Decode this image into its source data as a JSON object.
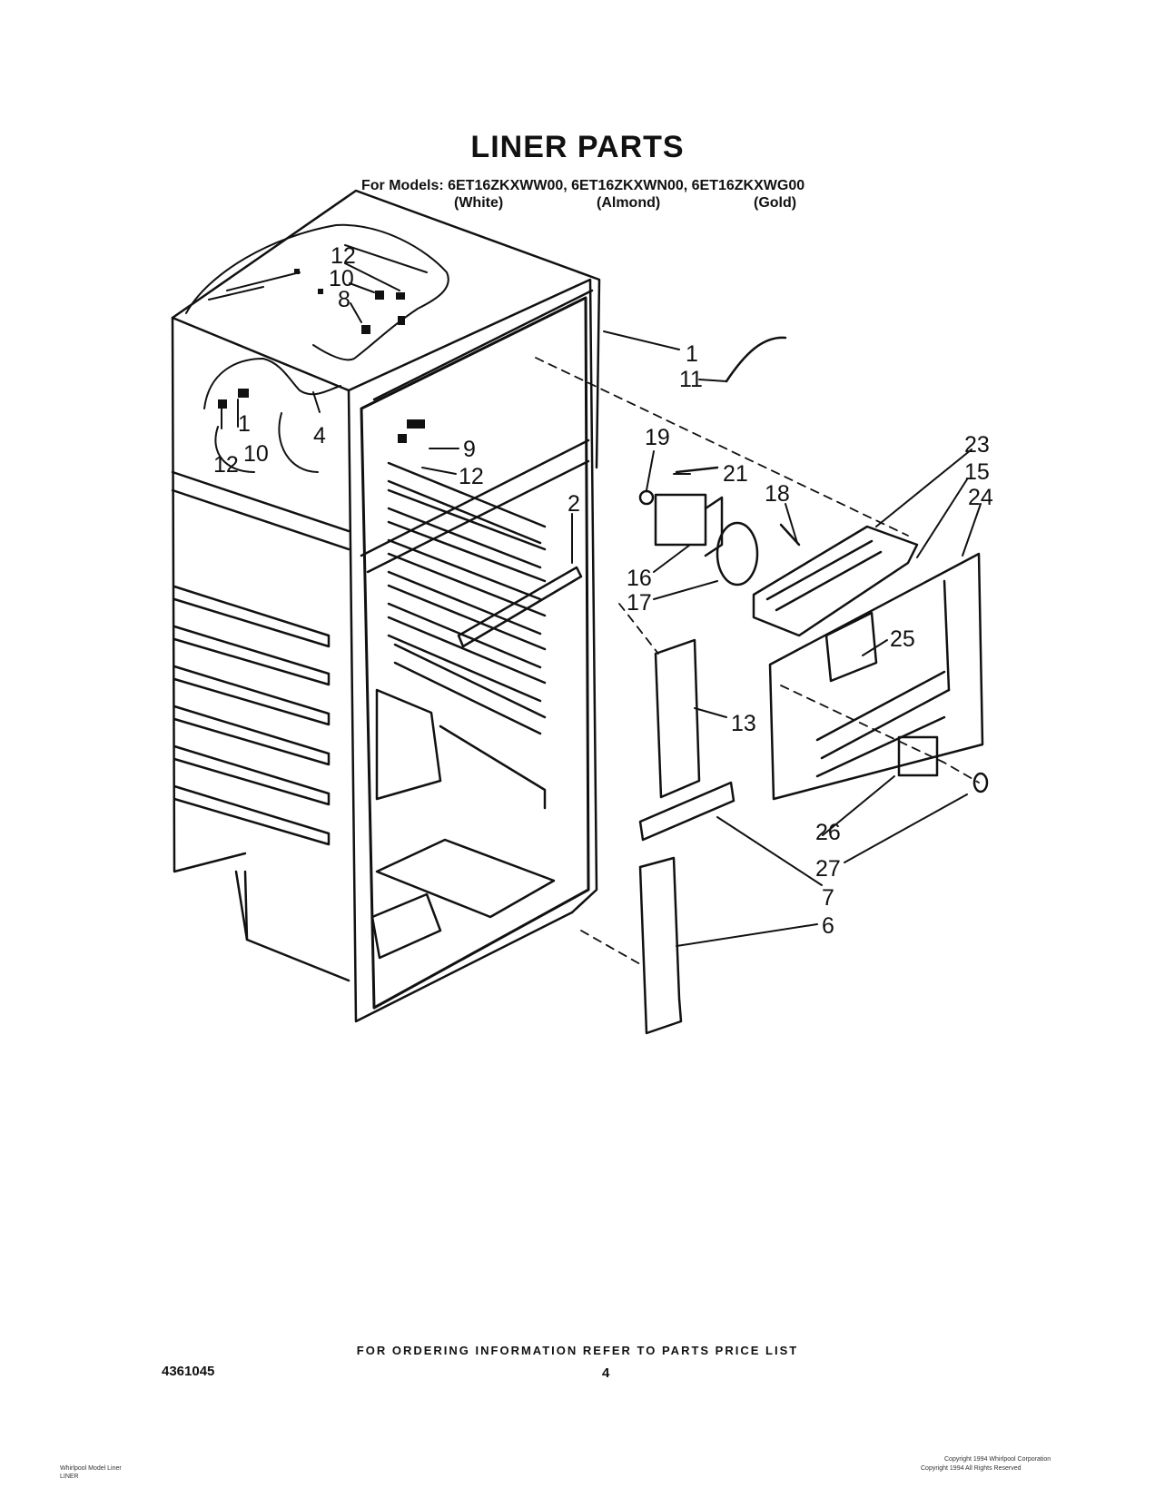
{
  "header": {
    "title": "LINER PARTS",
    "models_line": "For Models: 6ET16ZKXWW00, 6ET16ZKXWN00, 6ET16ZKXWG00",
    "colors": [
      "(White)",
      "(Almond)",
      "(Gold)"
    ]
  },
  "diagram": {
    "callouts": [
      "1",
      "2",
      "4",
      "6",
      "7",
      "8",
      "9",
      "10",
      "10",
      "11",
      "12",
      "12",
      "12",
      "13",
      "15",
      "16",
      "17",
      "18",
      "19",
      "21",
      "23",
      "24",
      "25",
      "26",
      "27",
      "1"
    ]
  },
  "footer": {
    "ordering_note": "FOR ORDERING INFORMATION REFER TO PARTS PRICE LIST",
    "document_number": "4361045",
    "page_number": "4",
    "left_small_print": [
      "Whirlpool Model Liner",
      "LINER"
    ],
    "right_small_print": [
      "Copyright 1994 Whirlpool Corporation",
      "Copyright 1994 All Rights Reserved"
    ]
  }
}
